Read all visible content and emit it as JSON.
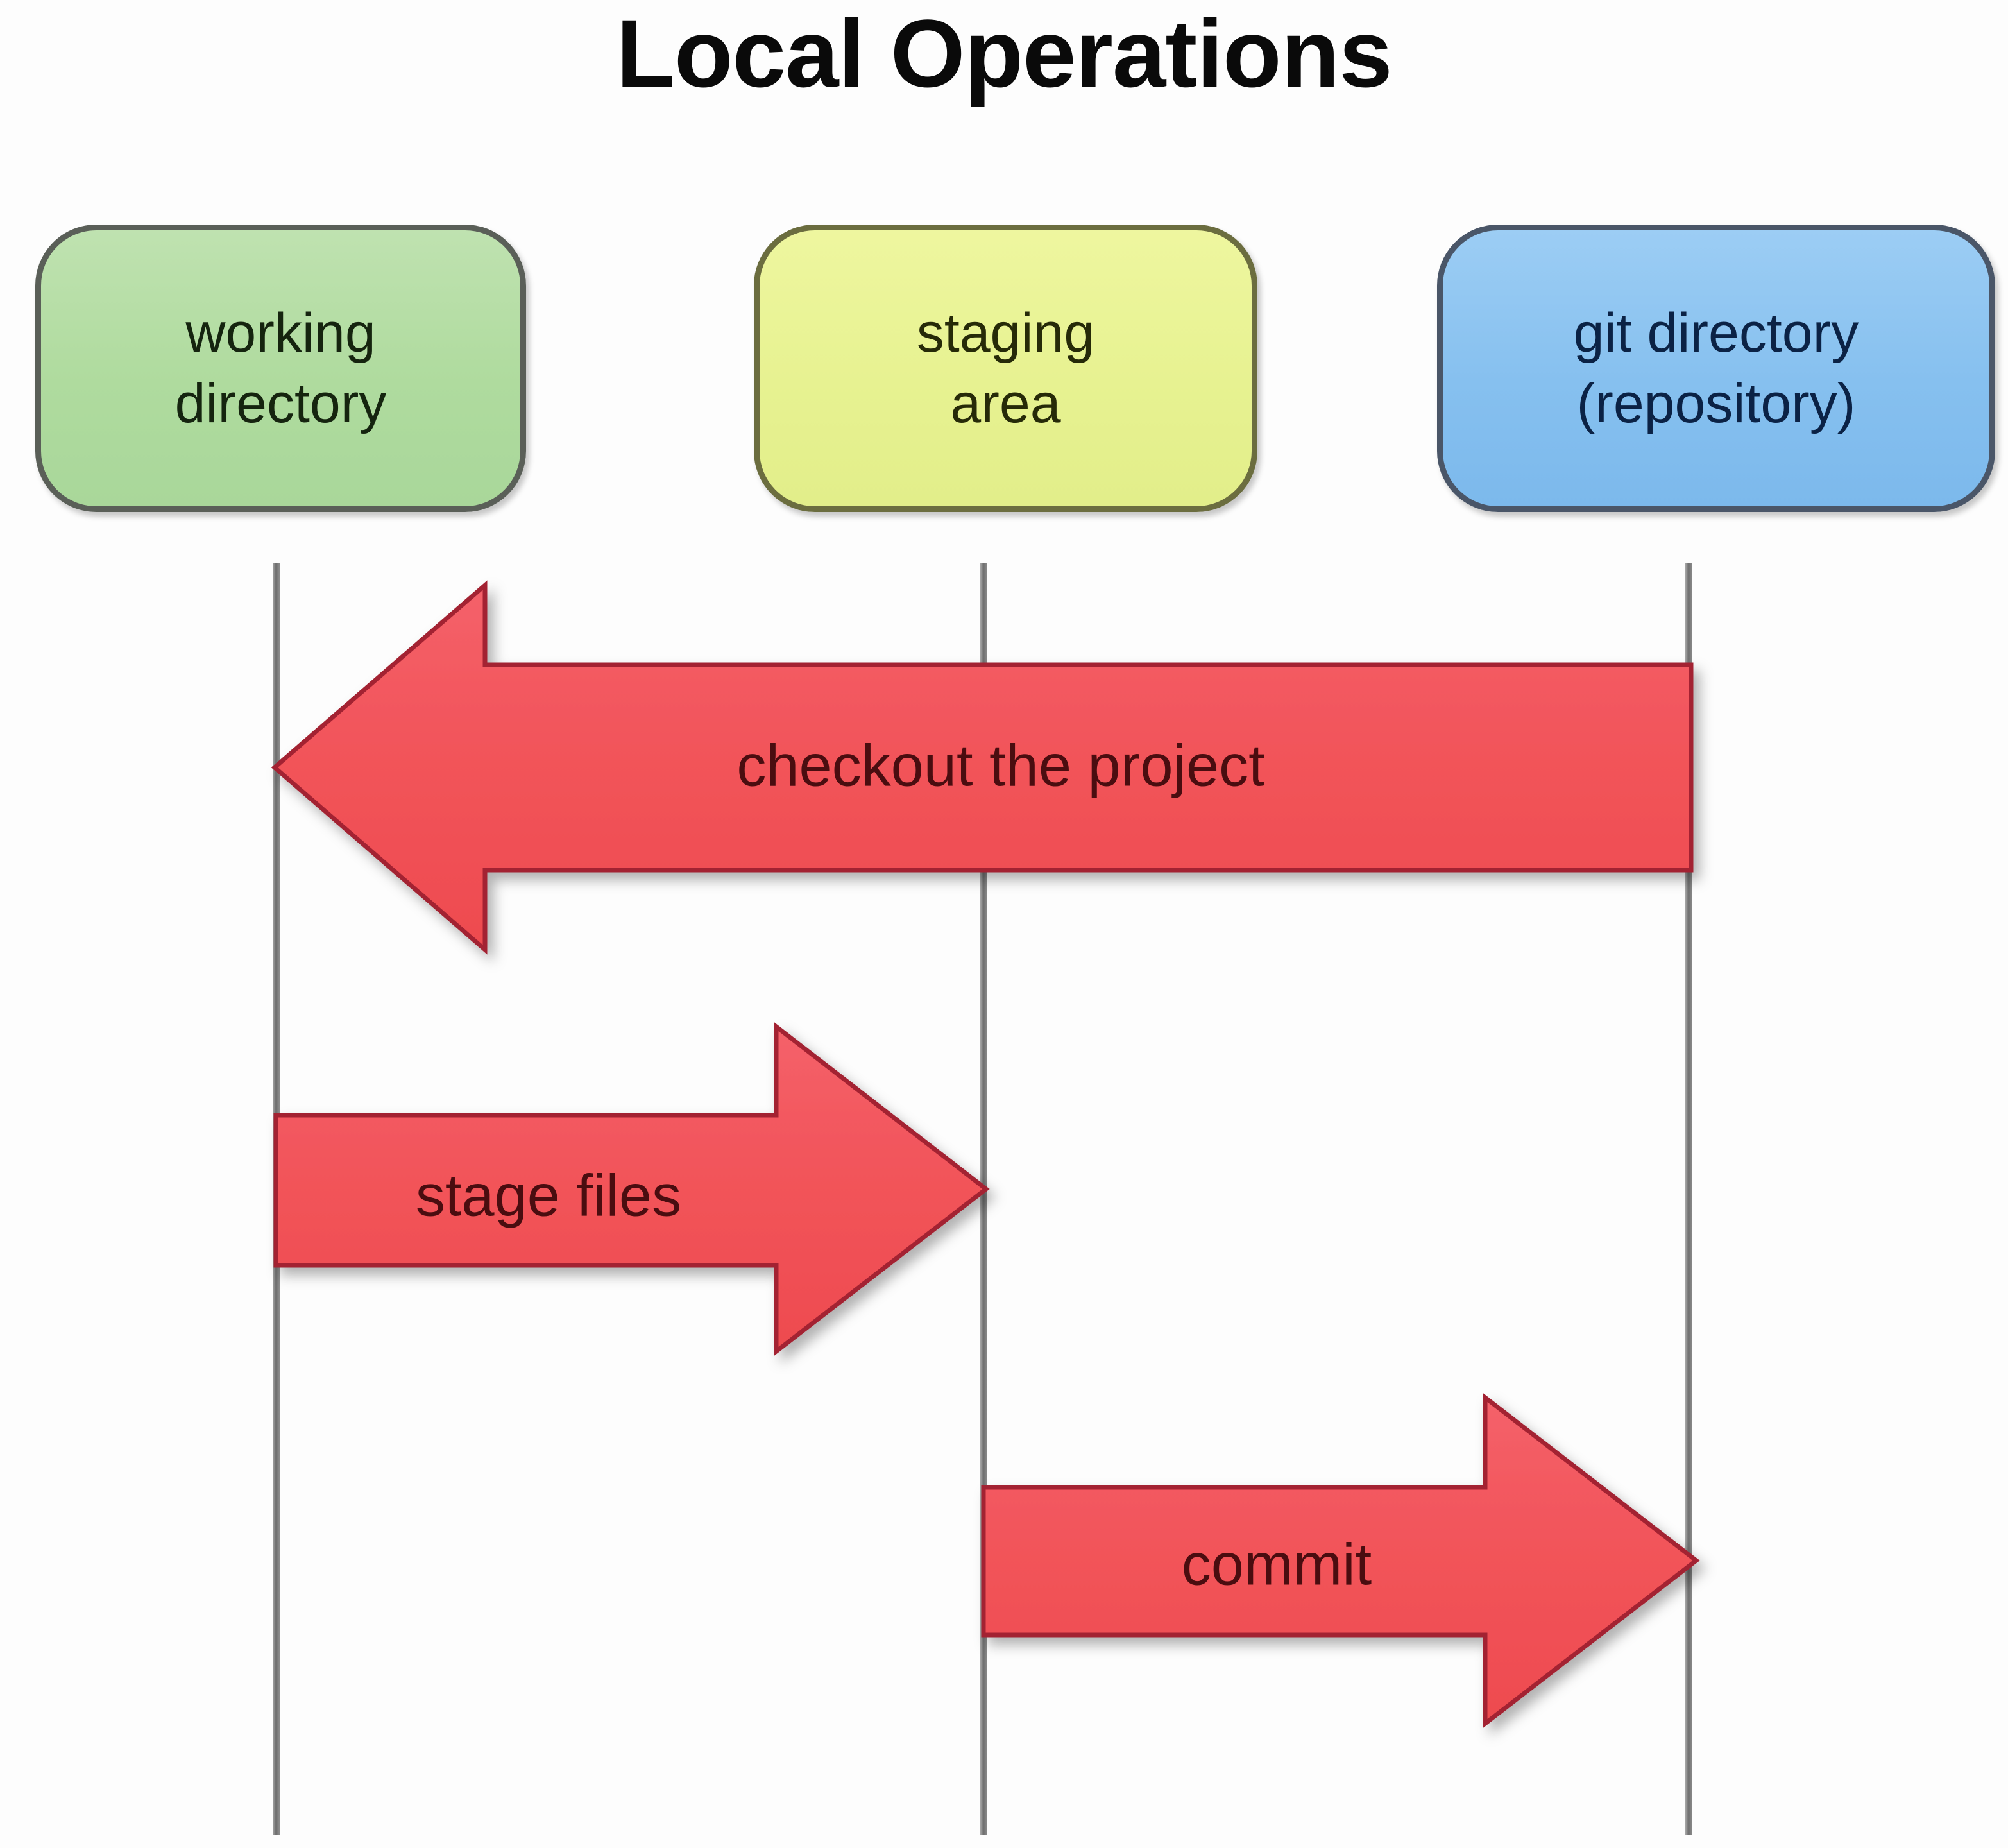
{
  "title": "Local Operations",
  "colors": {
    "background": "#ffffff",
    "title_text": "#0a0a0a",
    "working_fill": "#b4dda3",
    "working_border": "#5a5f58",
    "working_text": "#15240f",
    "staging_fill": "#e7f291",
    "staging_border": "#6b6d3f",
    "staging_text": "#262a08",
    "git_fill": "#86c0ef",
    "git_border": "#4a5668",
    "git_text": "#0b2245",
    "arrow_fill": "#f2545a",
    "arrow_border": "#a32430",
    "arrow_label_text": "#4a0d10",
    "lifeline": "#7a7a7a"
  },
  "stages": [
    {
      "id": "working-directory",
      "label_line1": "working",
      "label_line2": "directory"
    },
    {
      "id": "staging-area",
      "label_line1": "staging",
      "label_line2": "area"
    },
    {
      "id": "git-directory",
      "label_line1": "git directory",
      "label_line2": "(repository)"
    }
  ],
  "lifelines": [
    {
      "id": "working",
      "for": "working-directory"
    },
    {
      "id": "staging",
      "for": "staging-area"
    },
    {
      "id": "git",
      "for": "git-directory"
    }
  ],
  "arrows": [
    {
      "id": "checkout",
      "label": "checkout the project",
      "from": "git-directory",
      "to": "working-directory",
      "direction": "left"
    },
    {
      "id": "stage-files",
      "label": "stage files",
      "from": "working-directory",
      "to": "staging-area",
      "direction": "right"
    },
    {
      "id": "commit",
      "label": "commit",
      "from": "staging-area",
      "to": "git-directory",
      "direction": "right"
    }
  ]
}
